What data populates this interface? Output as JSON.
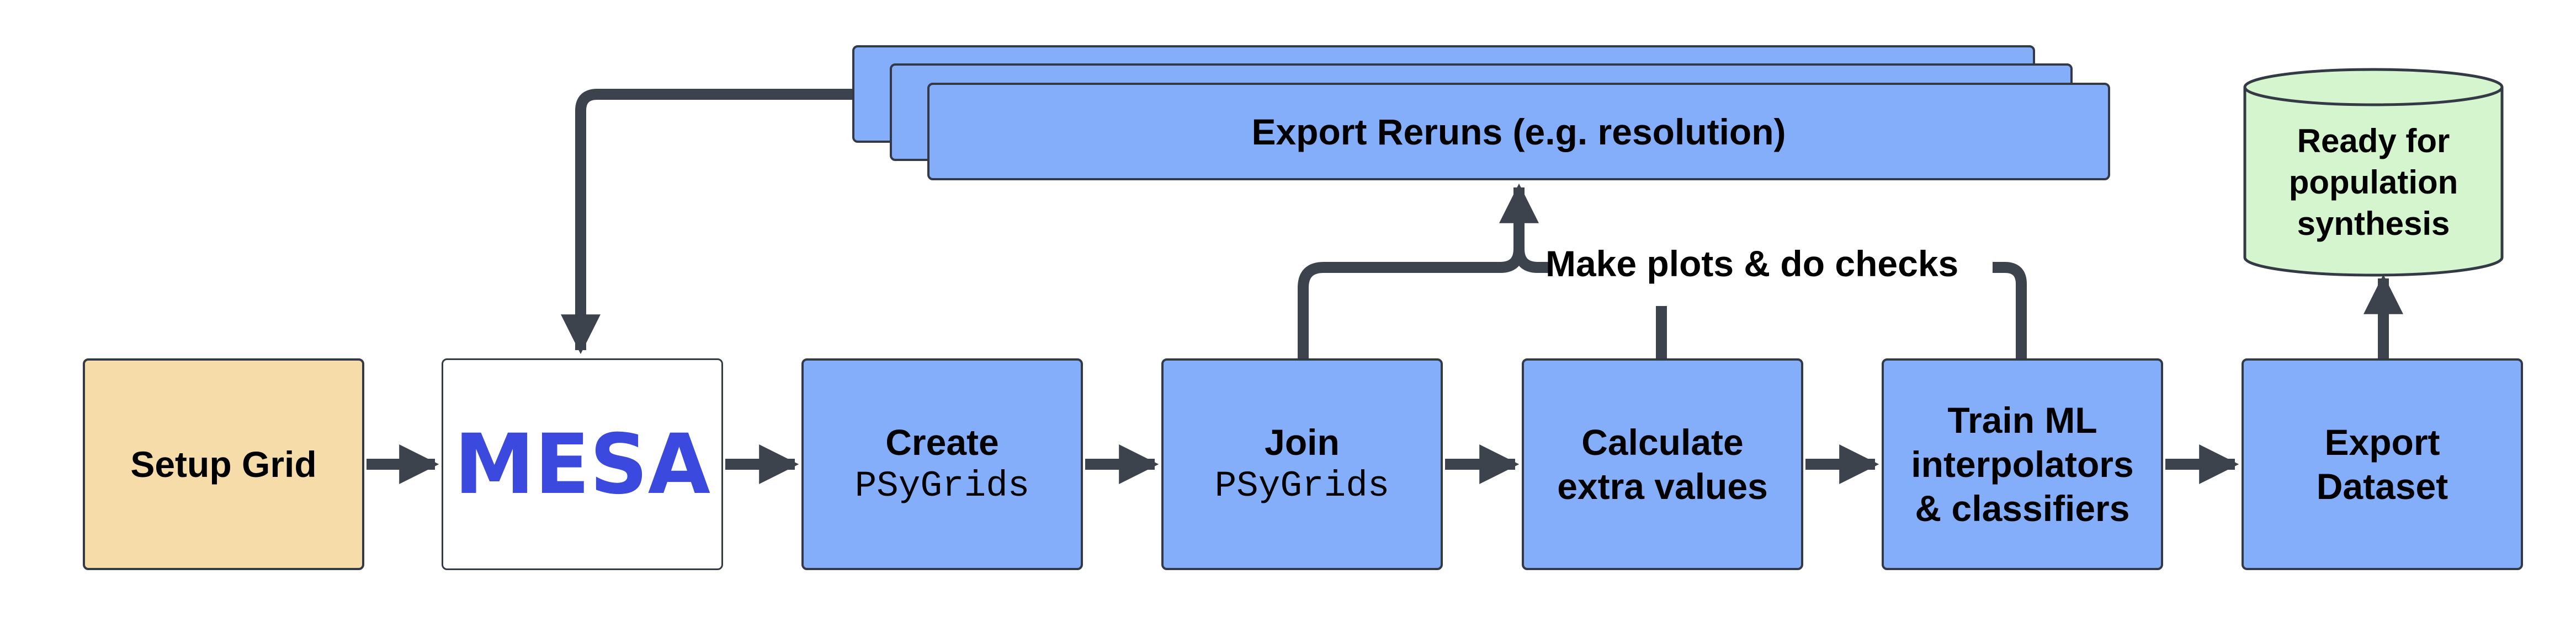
{
  "steps": {
    "setup": {
      "label": "Setup Grid"
    },
    "mesa": {
      "logo_text": "MESA"
    },
    "create": {
      "line1": "Create",
      "code": "PSyGrids"
    },
    "join": {
      "line1": "Join",
      "code": "PSyGrids"
    },
    "calculate": {
      "line1": "Calculate",
      "line2": "extra values"
    },
    "train": {
      "line1": "Train ML",
      "line2": "interpolators",
      "line3": "& classifiers"
    },
    "export": {
      "line1": "Export",
      "line2": "Dataset"
    }
  },
  "reruns": {
    "label": "Export Reruns (e.g. resolution)"
  },
  "checks": {
    "label": "Make plots & do checks"
  },
  "output": {
    "line1": "Ready for",
    "line2": "population",
    "line3": "synthesis"
  },
  "colors": {
    "process": "#84aef9",
    "setup": "#f6dca9",
    "output": "#d5f5cf",
    "edge": "#333a45",
    "mesa_logo": "#3b49df"
  }
}
